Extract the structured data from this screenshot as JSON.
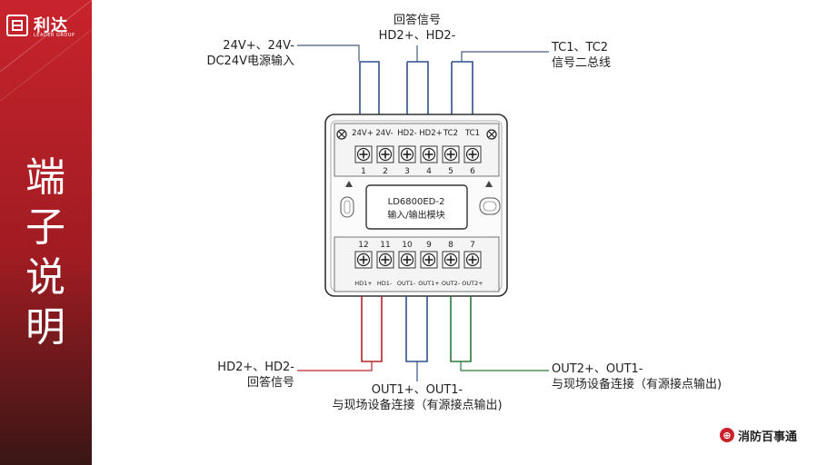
{
  "brand": {
    "logo_text": "利达",
    "logo_sub": "LEADER GROUP",
    "footer": "消防百事通"
  },
  "title_chars": [
    "端",
    "子",
    "说",
    "明"
  ],
  "labels": {
    "power_line1": "24V+、24V-",
    "power_line2": "DC24V电源输入",
    "ans_top_line1": "回答信号",
    "ans_top_line2": "HD2+、HD2-",
    "tc_line1": "TC1、TC2",
    "tc_line2": "信号二总线",
    "ans_bot_line1": "HD2+、HD2-",
    "ans_bot_line2": "回答信号",
    "out1_line1": "OUT1+、OUT1-",
    "out1_line2": "与现场设备连接（有源接点输出)",
    "out2_line1": "OUT2+、OUT1-",
    "out2_line2": "与现场设备连接（有源接点输出)"
  },
  "module": {
    "model": "LD6800ED-2",
    "name": "输入/输出模块",
    "top_terminals": [
      "24V+",
      "24V-",
      "HD2-",
      "HD2+",
      "TC2",
      "TC1"
    ],
    "top_numbers": [
      "1",
      "2",
      "3",
      "4",
      "5",
      "6"
    ],
    "bottom_numbers": [
      "12",
      "11",
      "10",
      "9",
      "8",
      "7"
    ],
    "bottom_terminals": [
      "HD1+",
      "HD1-",
      "OUT1-",
      "OUT1+",
      "OUT2-",
      "OUT2+"
    ]
  },
  "colors": {
    "accent_red": "#c8232c",
    "wire_blue": "#2f4f8a",
    "wire_red": "#b3262b",
    "wire_green": "#2a7a3b",
    "lead_line": "#4a5a7a"
  }
}
